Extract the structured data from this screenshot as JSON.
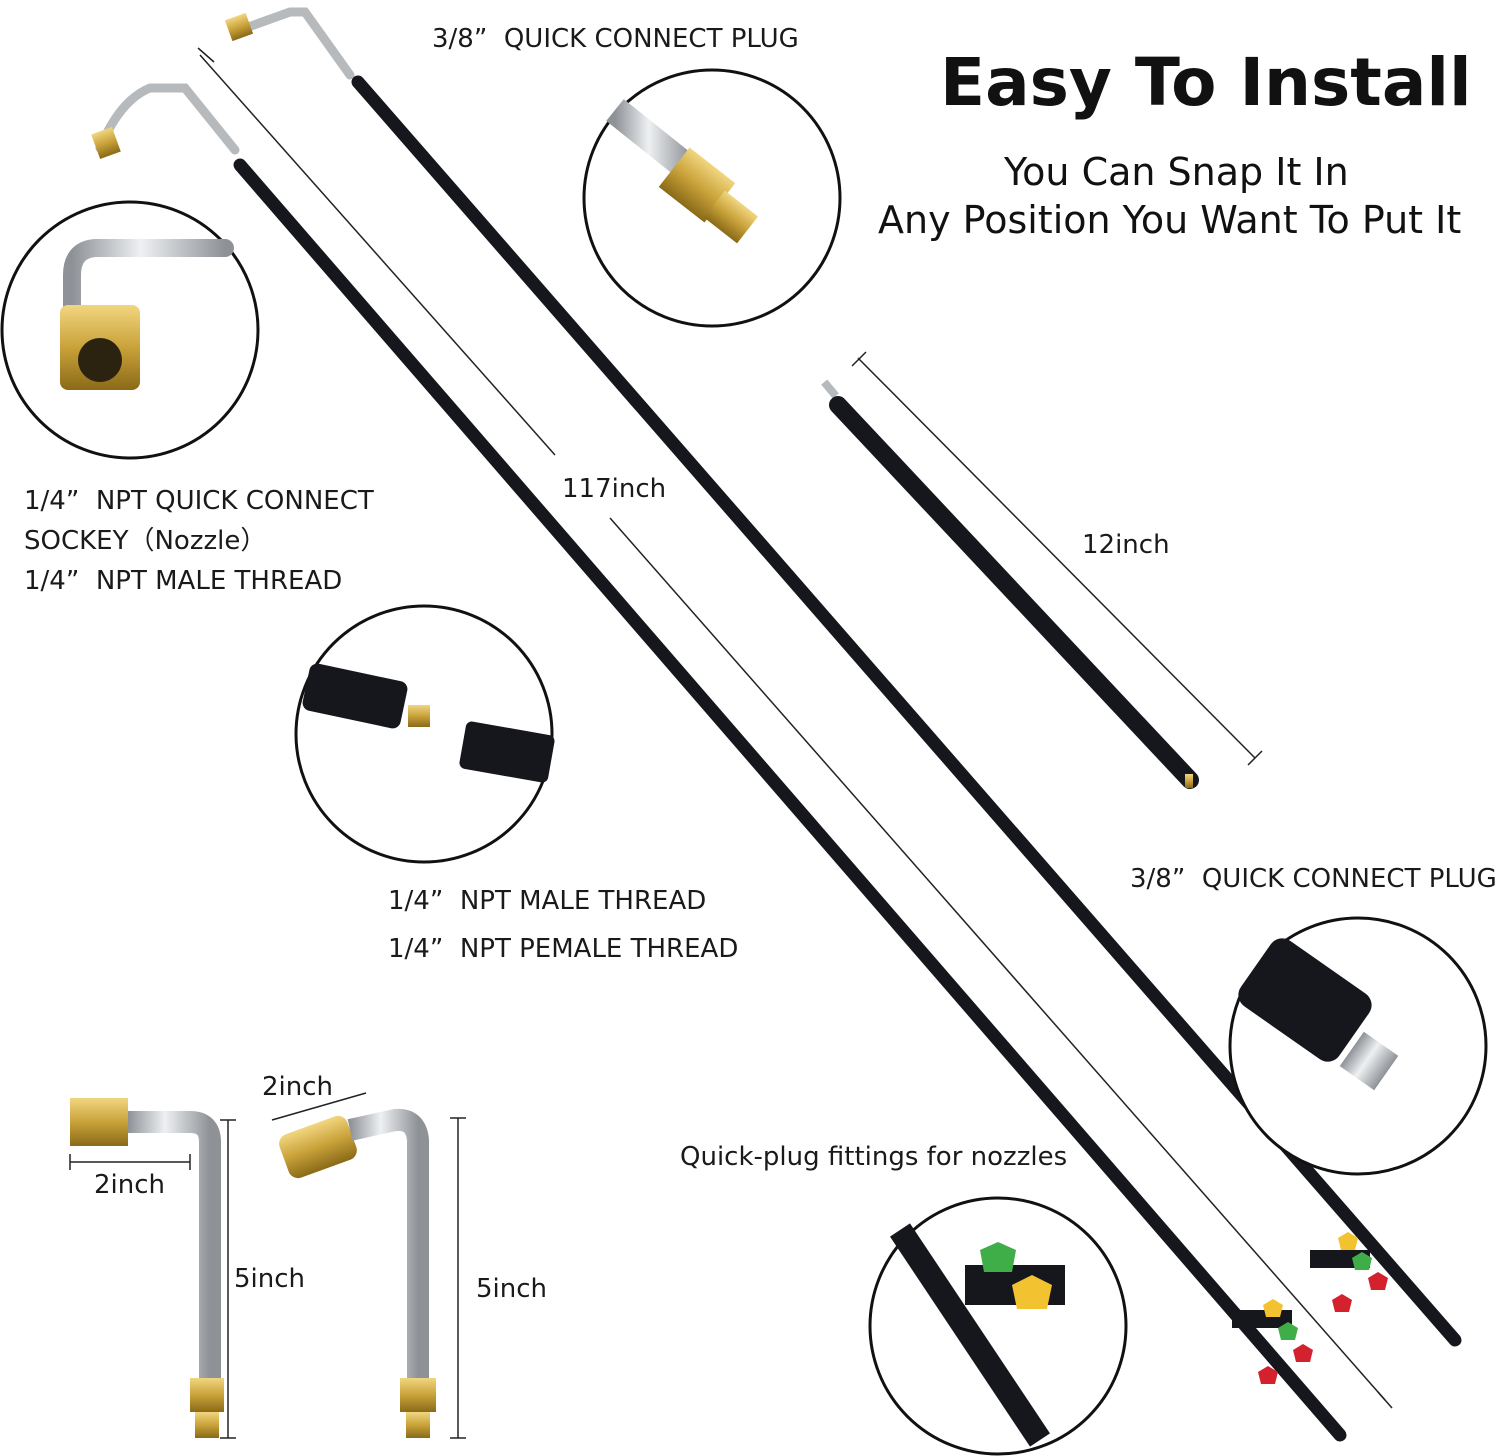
{
  "headline": {
    "title": "Easy To Install",
    "subtitle_line1": "You Can Snap It In",
    "subtitle_line2": "Any Position You Want To Put It"
  },
  "labels": {
    "plug_top": "3/8”  QUICK CONNECT PLUG",
    "socket_line1": "1/4”  NPT QUICK CONNECT",
    "socket_line2": "SOCKEY（Nozzle）",
    "male_thread_left": "1/4”  NPT MALE THREAD",
    "male_thread_mid": "1/4”  NPT MALE THREAD",
    "female_thread_mid": "1/4”  NPT PEMALE THREAD",
    "plug_right": "3/8”  QUICK CONNECT PLUG",
    "nozzle_fittings": "Quick-plug fittings for nozzles"
  },
  "dimensions": {
    "long_wand": "117inch",
    "short_wand": "12inch",
    "elbow1_width": "2inch",
    "elbow1_height": "5inch",
    "elbow2_width": "2inch",
    "elbow2_height": "5inch"
  },
  "colors": {
    "wand": "#15171c",
    "brass": "#c9a23a",
    "steel": "#b9bcc0",
    "nozzle_yellow": "#f2c230",
    "nozzle_green": "#3fae49",
    "nozzle_red": "#d3222e",
    "nozzle_white": "#f4f4f4"
  }
}
